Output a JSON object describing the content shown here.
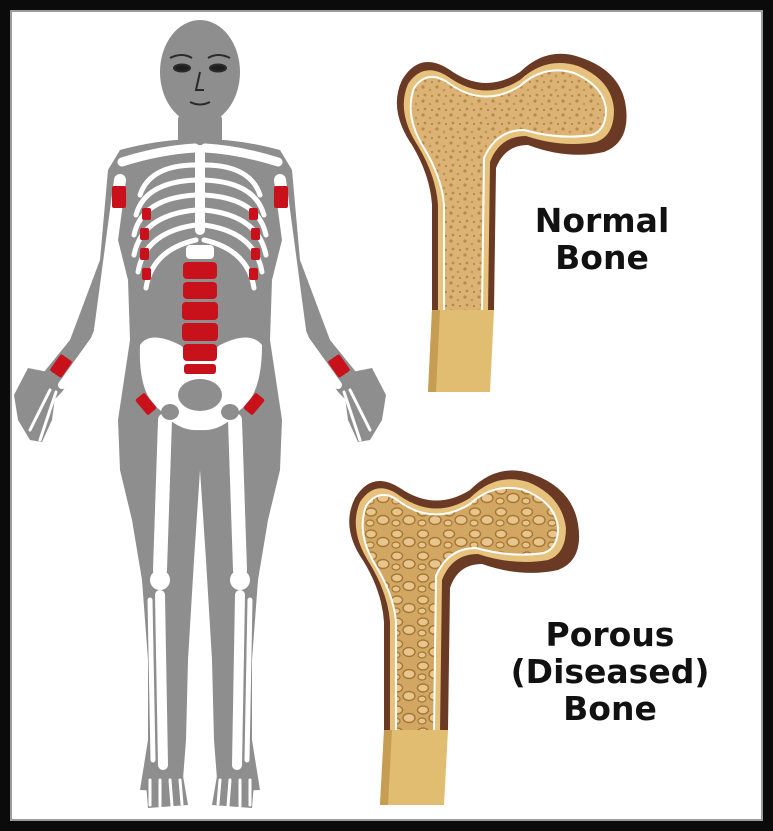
{
  "labels": {
    "normal_line1": "Normal",
    "normal_line2": "Bone",
    "porous_line1": "Porous",
    "porous_line2": "(Diseased)",
    "porous_line3": "Bone"
  },
  "colors": {
    "frame": "#0b0b0b",
    "body_silhouette": "#8e8e8e",
    "skeleton": "#ffffff",
    "fracture_sites": "#c8111a",
    "bone_fill": "#d9b071",
    "bone_shaft": "#e1bd72",
    "bone_outline": "#6b3a25"
  }
}
